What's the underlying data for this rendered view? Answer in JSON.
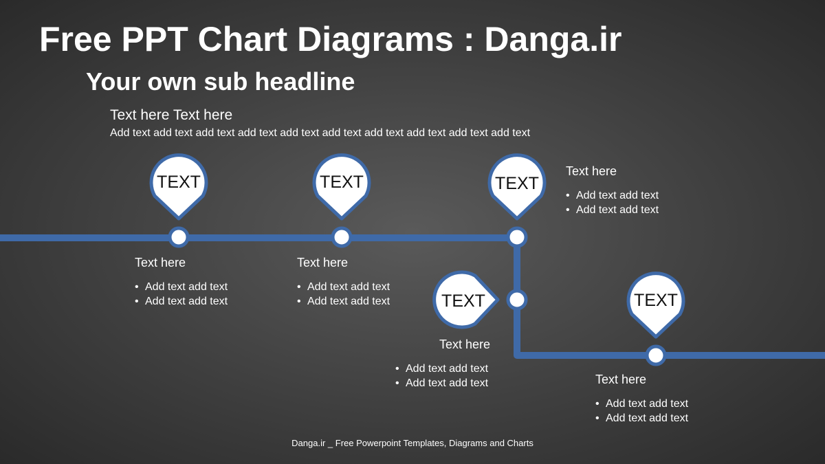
{
  "header": {
    "title": "Free PPT Chart Diagrams : Danga.ir",
    "subtitle": "Your own sub headline"
  },
  "intro": {
    "heading": "Text here Text here",
    "body": "Add text add text add text add text add text add text add text add text add text add text"
  },
  "pins": [
    {
      "label": "TEXT"
    },
    {
      "label": "TEXT"
    },
    {
      "label": "TEXT"
    },
    {
      "label": "TEXT"
    },
    {
      "label": "TEXT"
    }
  ],
  "blocks": [
    {
      "heading": "Text here",
      "bullets": [
        "Add text add text",
        "Add text add text"
      ]
    },
    {
      "heading": "Text here",
      "bullets": [
        "Add text add text",
        "Add text add text"
      ]
    },
    {
      "heading": "Text here",
      "bullets": [
        "Add text add text",
        "Add text add text"
      ]
    },
    {
      "heading": "Text here",
      "bullets": [
        "Add text add text",
        "Add text add text"
      ]
    },
    {
      "heading": "Text here",
      "bullets": [
        "Add text add text",
        "Add text add text"
      ]
    }
  ],
  "colors": {
    "line": "#3f6aa8",
    "pin_fill": "#ffffff",
    "pin_stroke": "#3f6aa8"
  },
  "footer": "Danga.ir _ Free Powerpoint Templates, Diagrams and Charts"
}
